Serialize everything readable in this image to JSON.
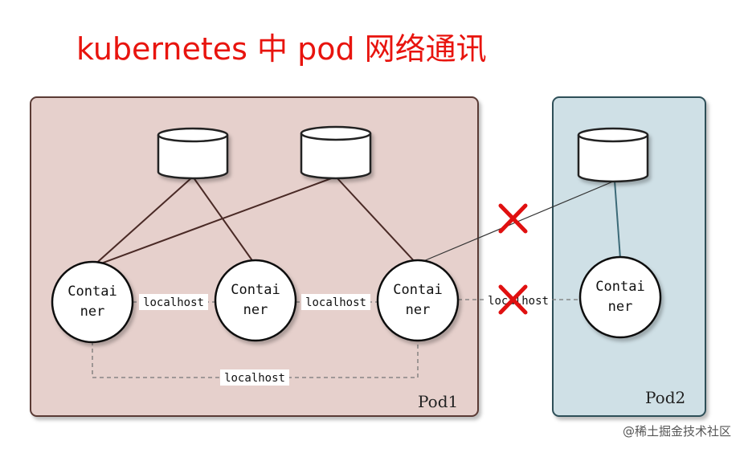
{
  "title": "kubernetes 中 pod 网络通讯",
  "pods": [
    {
      "label": "Pod1",
      "fill": "#e6d0cc",
      "stroke": "#5a3a36"
    },
    {
      "label": "Pod2",
      "fill": "#cfe0e6",
      "stroke": "#2f4f58"
    }
  ],
  "containers": [
    {
      "line1": "Contai",
      "line2": "ner"
    },
    {
      "line1": "Contai",
      "line2": "ner"
    },
    {
      "line1": "Contai",
      "line2": "ner"
    },
    {
      "line1": "Contai",
      "line2": "ner"
    }
  ],
  "links": {
    "c1_c2": "localhost",
    "c2_c3": "localhost",
    "c3_pod2": "localhost",
    "c1_c3": "localhost"
  },
  "colors": {
    "title": "#e8140e",
    "cross": "#e01010",
    "pod1_link": "#4a2a26",
    "pod2_link": "#3c6a78",
    "cross_pod_link": "#333333"
  },
  "watermark": "@稀土掘金技术社区"
}
